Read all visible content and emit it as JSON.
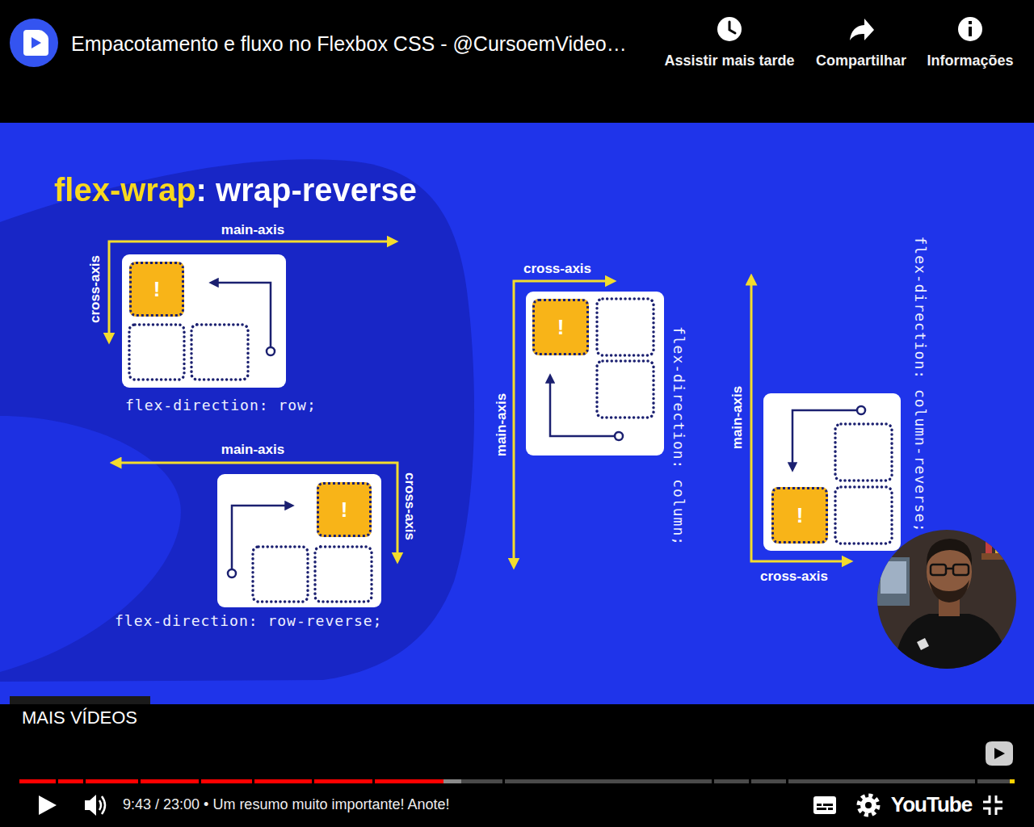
{
  "diagram": {
    "title": "flex-wrap: wrap-reverse",
    "nodes": [
      {
        "text": [
          "flex-direction: row;"
        ]
      },
      {
        "text": [
          "!"
        ],
        "in": 0
      },
      {
        "text": [
          "flex-direction: row-reverse;"
        ]
      },
      {
        "text": [
          "!"
        ],
        "in": 2
      },
      {
        "text": [
          "flex-direction: column;"
        ]
      },
      {
        "text": [
          "!"
        ],
        "in": 4
      },
      {
        "text": [
          "flex-direction: column-reverse;"
        ]
      },
      {
        "text": [
          "!"
        ],
        "in": 6
      }
    ],
    "labels": [
      "Empacotamento e fluxo no Flexbox CSS - @CursoemVideo…",
      "Assistir mais tarde",
      "Compartilhar",
      "Informações",
      "main-axis",
      "cross-axis",
      "main-axis",
      "cross-axis",
      "cross-axis",
      "main-axis",
      "main-axis",
      "cross-axis",
      "MAIS VÍDEOS",
      "9:43 / 23:00 • Um resumo muito importante! Anote!",
      "YouTube"
    ]
  }
}
